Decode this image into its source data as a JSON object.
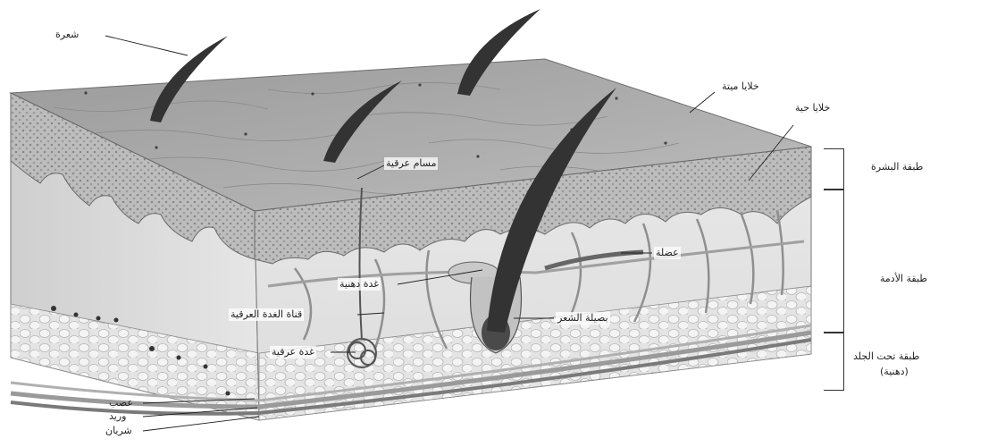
{
  "labels": {
    "hair": "شعرة",
    "dead_cells": "خلايا ميتة",
    "living_cells": "خلايا حية",
    "sweat_pore": "مسام عرقية",
    "muscle": "عضلة",
    "sebaceous_gland": "غدة دهنية",
    "sweat_duct": "قناة الغدة العرقية",
    "hair_bulb": "بصيلة الشعر",
    "sweat_gland": "غدة عرقية",
    "nerve": "عصب",
    "vein": "وريد",
    "artery": "شريان"
  },
  "layers": {
    "epidermis": "طبقة البشرة",
    "dermis": "طبقة الأدمة",
    "hypodermis": "طبقة تحت الجلد",
    "hypodermis_note": "(دهنية)"
  }
}
